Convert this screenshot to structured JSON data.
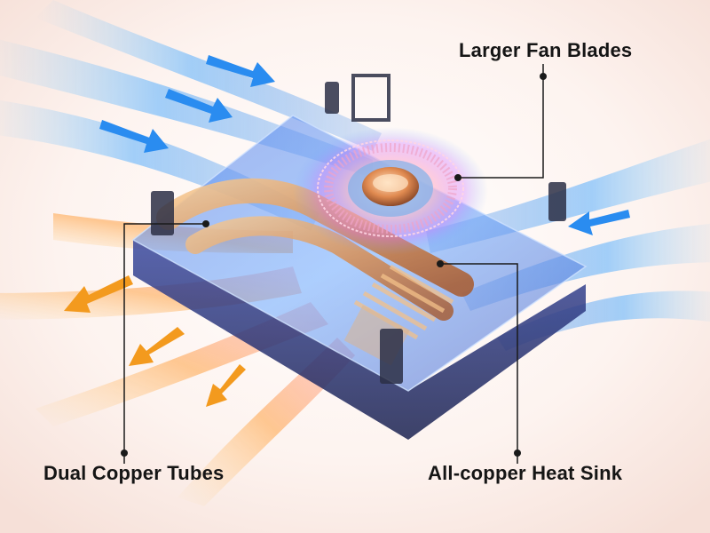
{
  "labels": {
    "fan_blades": "Larger Fan Blades",
    "copper_tubes": "Dual Copper Tubes",
    "heat_sink": "All-copper Heat Sink"
  },
  "colors": {
    "background": "#fbeee9",
    "cool_airflow": "#2a8cf0",
    "warm_airflow": "#f39a1e",
    "copper": "#e0a060",
    "chassis": "#2f3d8a",
    "callout_line": "#1a1a1a",
    "label_text": "#151515"
  },
  "icons": [
    "cool-air-arrow",
    "warm-air-arrow",
    "fan-rotor",
    "copper-tube",
    "heat-sink-fins",
    "callout-dot"
  ]
}
